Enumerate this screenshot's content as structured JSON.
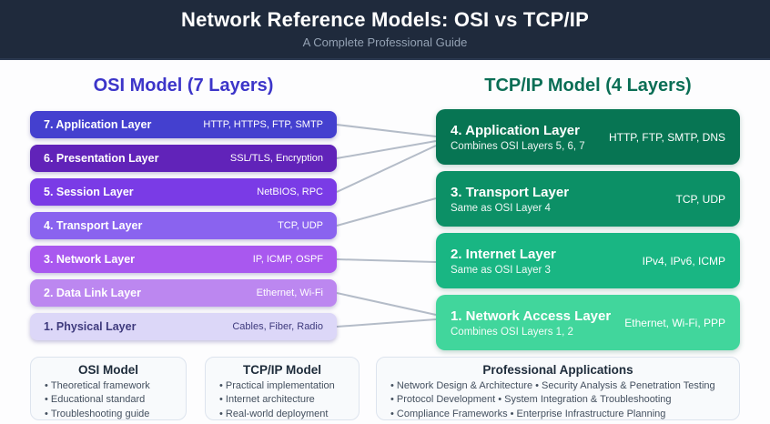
{
  "header": {
    "title": "Network Reference Models: OSI vs TCP/IP",
    "subtitle": "A Complete Professional Guide"
  },
  "osi": {
    "title": "OSI Model (7 Layers)",
    "layers": [
      {
        "name": "7. Application Layer",
        "protocols": "HTTP, HTTPS, FTP, SMTP",
        "color": "#4440cf",
        "text_color": "#ffffff"
      },
      {
        "name": "6. Presentation Layer",
        "protocols": "SSL/TLS, Encryption",
        "color": "#6123b9",
        "text_color": "#ffffff"
      },
      {
        "name": "5. Session Layer",
        "protocols": "NetBIOS, RPC",
        "color": "#7a3be6",
        "text_color": "#ffffff"
      },
      {
        "name": "4. Transport Layer",
        "protocols": "TCP, UDP",
        "color": "#8a63ef",
        "text_color": "#ffffff"
      },
      {
        "name": "3. Network Layer",
        "protocols": "IP, ICMP, OSPF",
        "color": "#a958ef",
        "text_color": "#ffffff"
      },
      {
        "name": "2. Data Link Layer",
        "protocols": "Ethernet, Wi-Fi",
        "color": "#bc87f0",
        "text_color": "#ffffff"
      },
      {
        "name": "1. Physical Layer",
        "protocols": "Cables, Fiber, Radio",
        "color": "#dcd7f8",
        "text_color": "#3e3a7d"
      }
    ]
  },
  "tcpip": {
    "title": "TCP/IP Model (4 Layers)",
    "layers": [
      {
        "name": "4. Application Layer",
        "note": "Combines OSI Layers 5, 6, 7",
        "protocols": "HTTP, FTP, SMTP, DNS",
        "color": "#077553"
      },
      {
        "name": "3. Transport Layer",
        "note": "Same as OSI Layer 4",
        "protocols": "TCP, UDP",
        "color": "#0c9066"
      },
      {
        "name": "2. Internet Layer",
        "note": "Same as OSI Layer 3",
        "protocols": "IPv4, IPv6, ICMP",
        "color": "#19b683"
      },
      {
        "name": "1. Network Access Layer",
        "note": "Combines OSI Layers 1, 2",
        "protocols": "Ethernet, Wi-Fi, PPP",
        "color": "#41d69c"
      }
    ]
  },
  "connections": [
    {
      "osi": 7,
      "tcpip": 4
    },
    {
      "osi": 6,
      "tcpip": 4
    },
    {
      "osi": 5,
      "tcpip": 4
    },
    {
      "osi": 4,
      "tcpip": 3
    },
    {
      "osi": 3,
      "tcpip": 2
    },
    {
      "osi": 2,
      "tcpip": 1
    },
    {
      "osi": 1,
      "tcpip": 1
    }
  ],
  "cards": [
    {
      "title": "OSI Model",
      "bullets": [
        "Theoretical framework",
        "Educational standard",
        "Troubleshooting guide"
      ]
    },
    {
      "title": "TCP/IP Model",
      "bullets": [
        "Practical implementation",
        "Internet architecture",
        "Real-world deployment"
      ]
    },
    {
      "title": "Professional Applications",
      "bullets": [
        "Network Design & Architecture • Security Analysis & Penetration Testing",
        "Protocol Development • System Integration & Troubleshooting",
        "Compliance Frameworks • Enterprise Infrastructure Planning"
      ]
    }
  ],
  "colors": {
    "header_bg": "#1f2a3c",
    "osi_title": "#3c35c9",
    "tcp_title": "#0a6e55",
    "connector": "#b4bcc8"
  }
}
